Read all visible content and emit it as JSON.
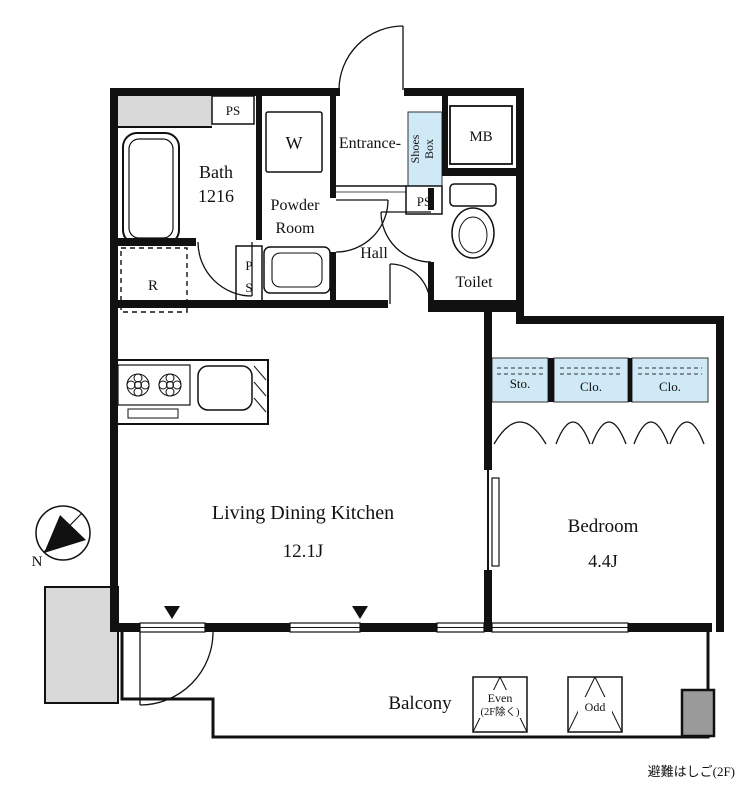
{
  "colors": {
    "wall": "#111111",
    "storage_fill": "#cfe9f6",
    "column_fill": "#d9d9d9",
    "hatch_fill": "#9a9a9a"
  },
  "rooms": {
    "bath": {
      "name": "Bath",
      "size": "1216"
    },
    "powder": {
      "line1": "Powder",
      "line2": "Room"
    },
    "entrance": {
      "name": "Entrance-"
    },
    "hall": {
      "name": "Hall"
    },
    "toilet": {
      "name": "Toilet"
    },
    "ldk": {
      "name": "Living Dining Kitchen",
      "size": "12.1J"
    },
    "bedroom": {
      "name": "Bedroom",
      "size": "4.4J"
    },
    "balcony": {
      "name": "Balcony"
    }
  },
  "fixtures": {
    "washer": "W",
    "refrigerator": "R",
    "meter_box": "MB",
    "ps_top": "PS",
    "ps_mid_p": "P",
    "ps_mid_s": "S",
    "ps_side": "PS",
    "shoes_line1": "Shoes",
    "shoes_line2": "Box"
  },
  "storage": {
    "sto": "Sto.",
    "clo_1": "Clo.",
    "clo_2": "Clo."
  },
  "balcony_items": {
    "partition_even": "Even",
    "partition_even_note": "(2F除く)",
    "partition_odd": "Odd",
    "escape_ladder": "避難はしご(2F)"
  },
  "compass": {
    "north": "N"
  }
}
